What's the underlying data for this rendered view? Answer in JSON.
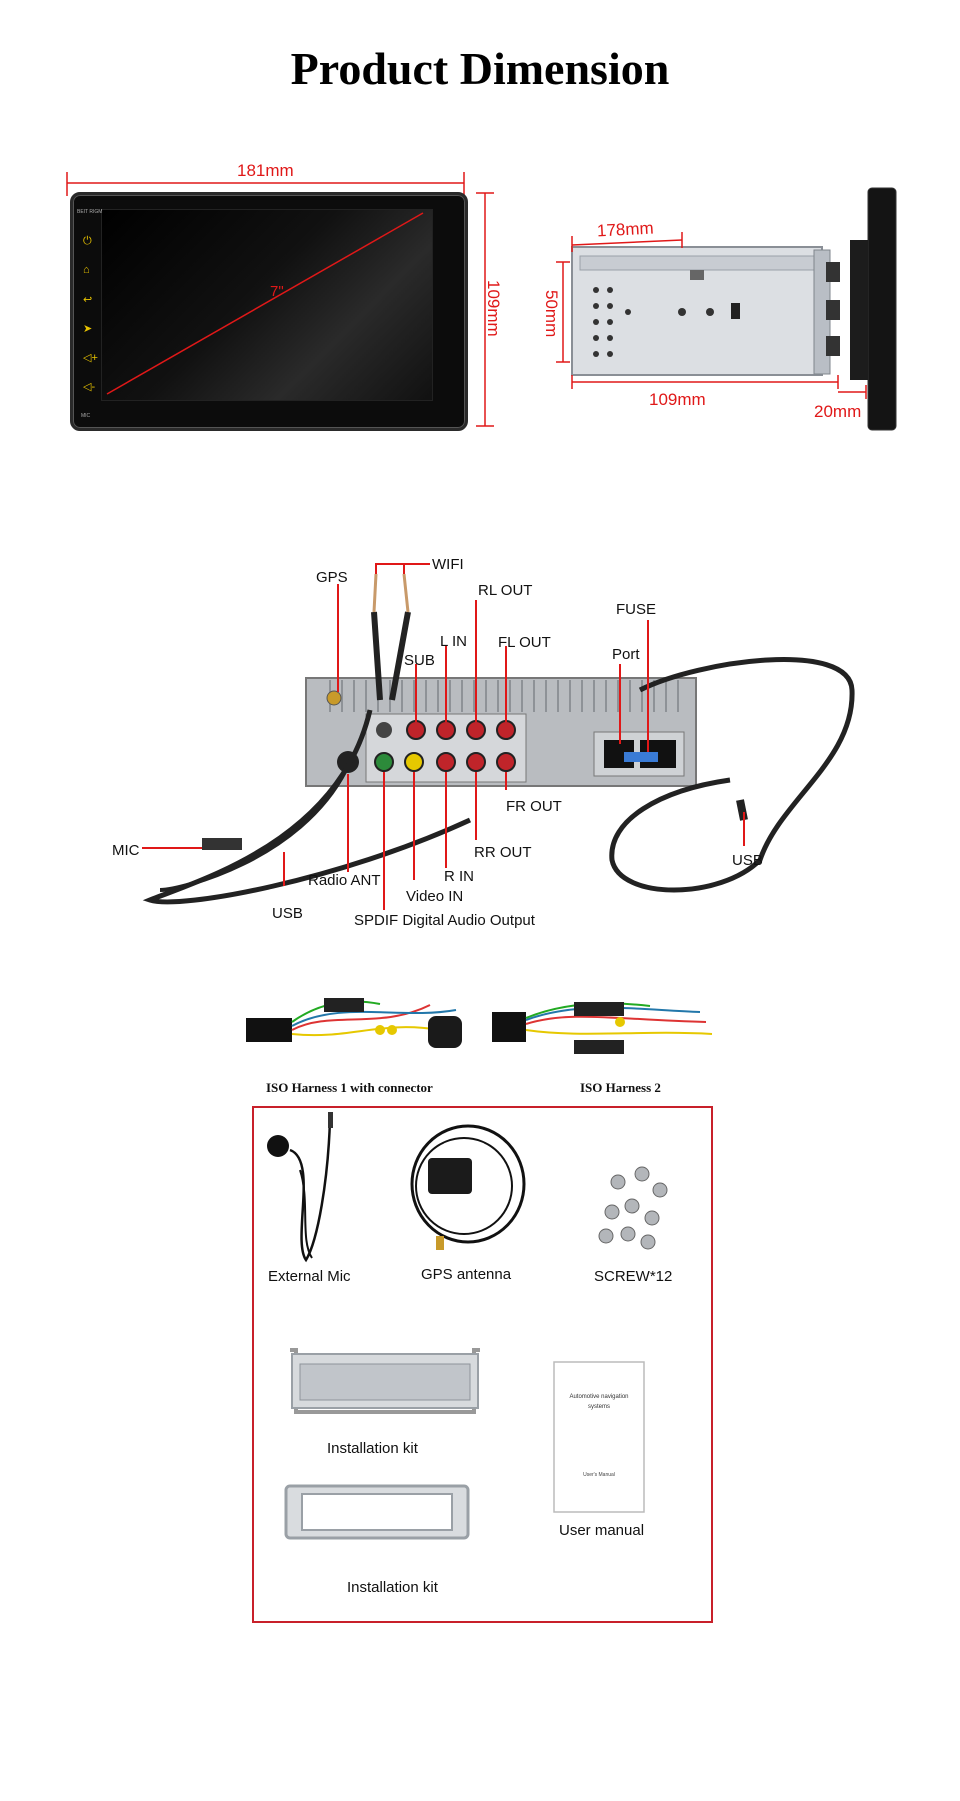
{
  "title": "Product Dimension",
  "dimensions": {
    "front_width": "181mm",
    "front_height": "109mm",
    "screen_diagonal": "7\"",
    "side_depth": "178mm",
    "side_height": "50mm",
    "side_width": "109mm",
    "panel_depth": "20mm"
  },
  "screen_caption": "BEIT RIGM",
  "screen_caption_bottom": "MIC",
  "ports": {
    "gps": "GPS",
    "wifi": "WIFI",
    "rl_out": "RL OUT",
    "l_in": "L IN",
    "sub": "SUB",
    "fl_out": "FL OUT",
    "fuse": "FUSE",
    "port": "Port",
    "mic": "MIC",
    "fr_out": "FR OUT",
    "rr_out": "RR OUT",
    "usb_right": "USB",
    "radio_ant": "Radio ANT",
    "r_in": "R IN",
    "video_in": "Video IN",
    "usb_left": "USB",
    "spdif": "SPDIF Digital Audio Output"
  },
  "harness": {
    "h1": "ISO Harness 1 with connector",
    "h2": "ISO Harness 2"
  },
  "accessories": {
    "mic": "External Mic",
    "gps": "GPS antenna",
    "screw": "SCREW*12",
    "kit1": "Installation kit",
    "manual": "User manual",
    "kit2": "Installation kit",
    "manual_title": "Automotive navigation systems",
    "manual_sub": "User's Manual"
  },
  "colors": {
    "accent_red": "#e01818",
    "frame_red": "#c8202a"
  }
}
